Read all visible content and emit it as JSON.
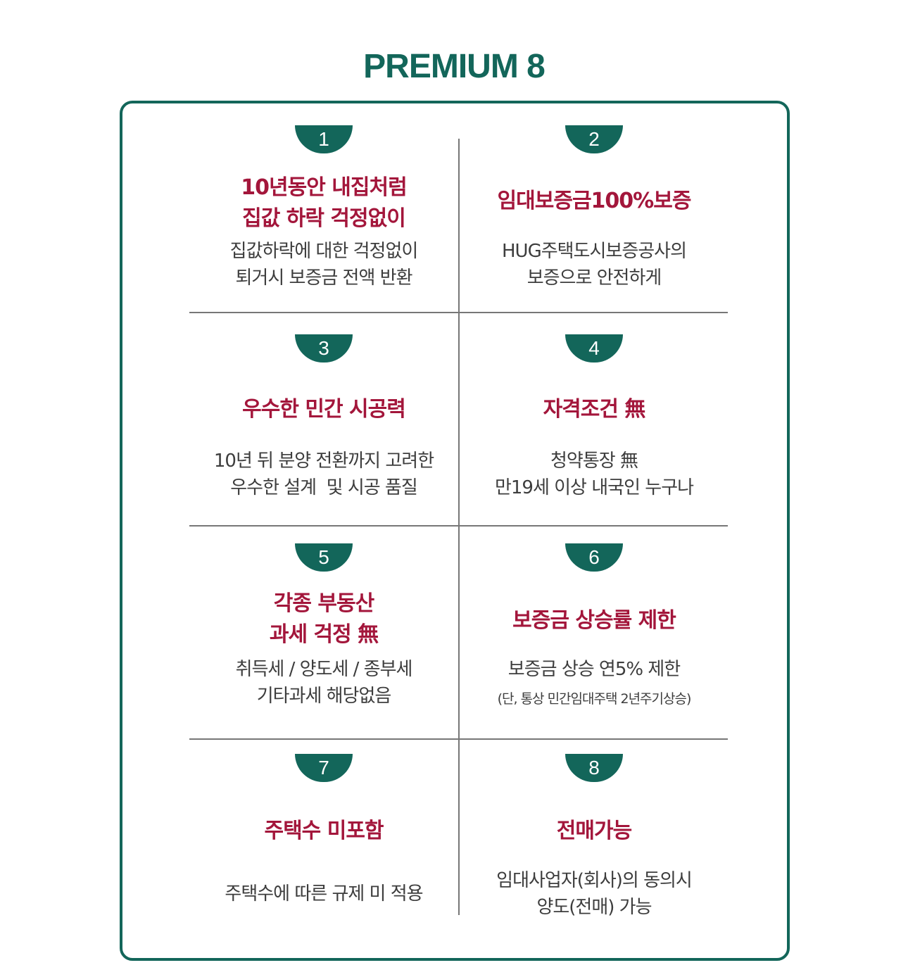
{
  "page": {
    "title": "PREMIUM 8"
  },
  "colors": {
    "accent": "#13665a",
    "highlight": "#a3163b",
    "text": "#3d3d3d",
    "divider": "#777777"
  },
  "items": [
    {
      "number": "1",
      "title": [
        "10년동안 내집처럼",
        "집값 하락 걱정없이"
      ],
      "description": [
        "집값하락에 대한 걱정없이",
        "퇴거시 보증금 전액 반환"
      ]
    },
    {
      "number": "2",
      "title": [
        "임대보증금100%보증"
      ],
      "description": [
        "HUG주택도시보증공사의",
        "보증으로 안전하게"
      ]
    },
    {
      "number": "3",
      "title": [
        "우수한 민간 시공력"
      ],
      "description": [
        "10년 뒤 분양 전환까지 고려한",
        "우수한 설계  및 시공 품질"
      ]
    },
    {
      "number": "4",
      "title": [
        "자격조건 無"
      ],
      "description": [
        "청약통장 無",
        "만19세 이상 내국인 누구나"
      ]
    },
    {
      "number": "5",
      "title": [
        "각종 부동산",
        "과세 걱정 無"
      ],
      "description": [
        "취득세 / 양도세 / 종부세",
        "기타과세 해당없음"
      ]
    },
    {
      "number": "6",
      "title": [
        "보증금 상승률 제한"
      ],
      "description": [
        "보증금 상승 연5% 제한"
      ],
      "note": "(단, 통상 민간임대주택 2년주기상승)"
    },
    {
      "number": "7",
      "title": [
        "주택수 미포함"
      ],
      "description": [
        "주택수에 따른 규제 미 적용"
      ]
    },
    {
      "number": "8",
      "title": [
        "전매가능"
      ],
      "description": [
        "임대사업자(회사)의 동의시",
        "양도(전매) 가능"
      ]
    }
  ]
}
